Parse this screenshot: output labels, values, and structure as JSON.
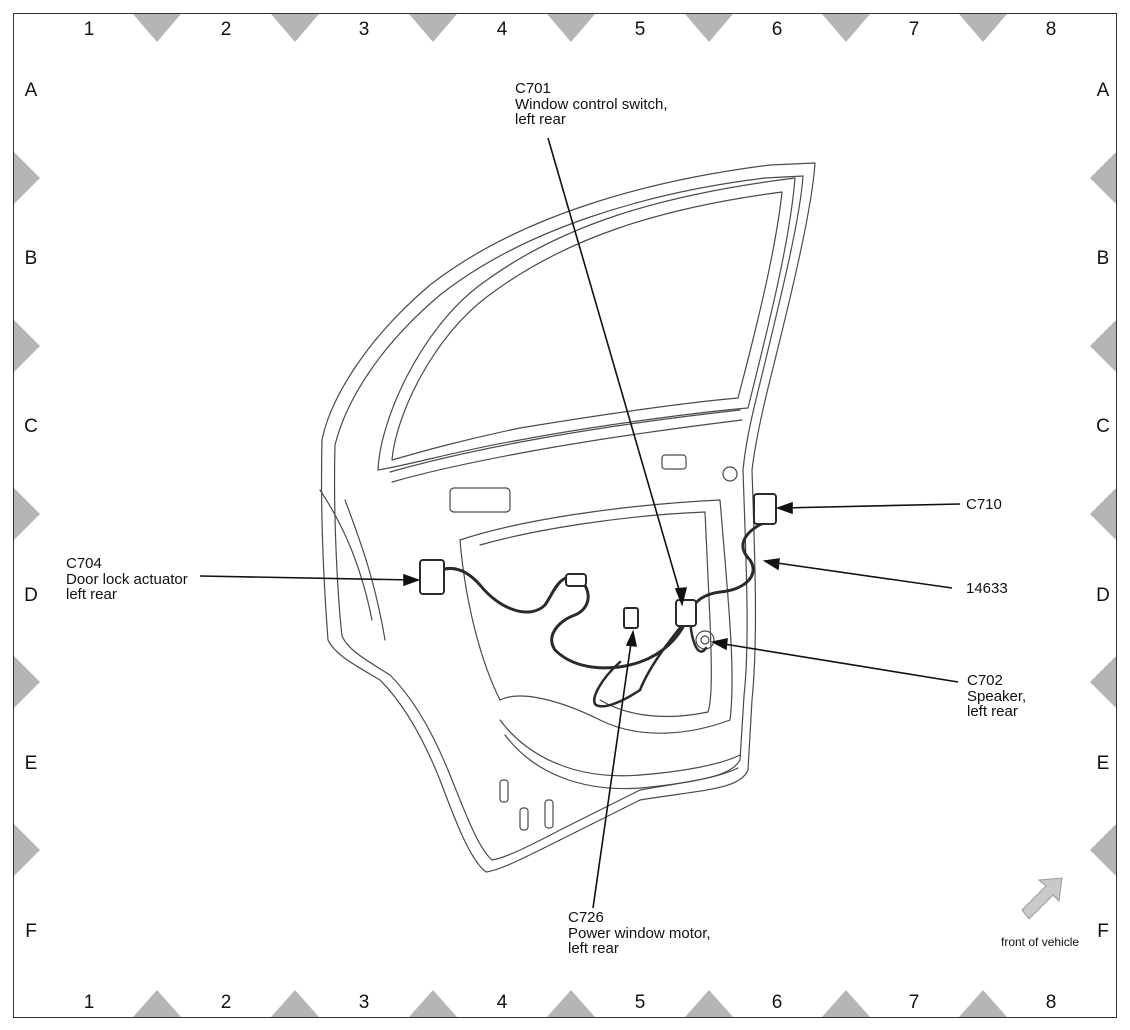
{
  "grid": {
    "columns": [
      "1",
      "2",
      "3",
      "4",
      "5",
      "6",
      "7",
      "8"
    ],
    "rows": [
      "A",
      "B",
      "C",
      "D",
      "E",
      "F"
    ]
  },
  "callouts": {
    "c701": {
      "code": "C701",
      "line1": "Window control switch,",
      "line2": "left rear"
    },
    "c704": {
      "code": "C704",
      "line1": "Door lock actuator",
      "line2": "left rear"
    },
    "c710": {
      "code": "C710"
    },
    "w14633": {
      "code": "14633"
    },
    "c702": {
      "code": "C702",
      "line1": "Speaker,",
      "line2": "left rear"
    },
    "c726": {
      "code": "C726",
      "line1": "Power window motor,",
      "line2": "left rear"
    }
  },
  "orientation": {
    "label": "front of vehicle",
    "arrow_color": "#c8c8c8"
  },
  "colors": {
    "marker": "#b5b5b5",
    "line": "#222222",
    "frame": "#333333"
  }
}
